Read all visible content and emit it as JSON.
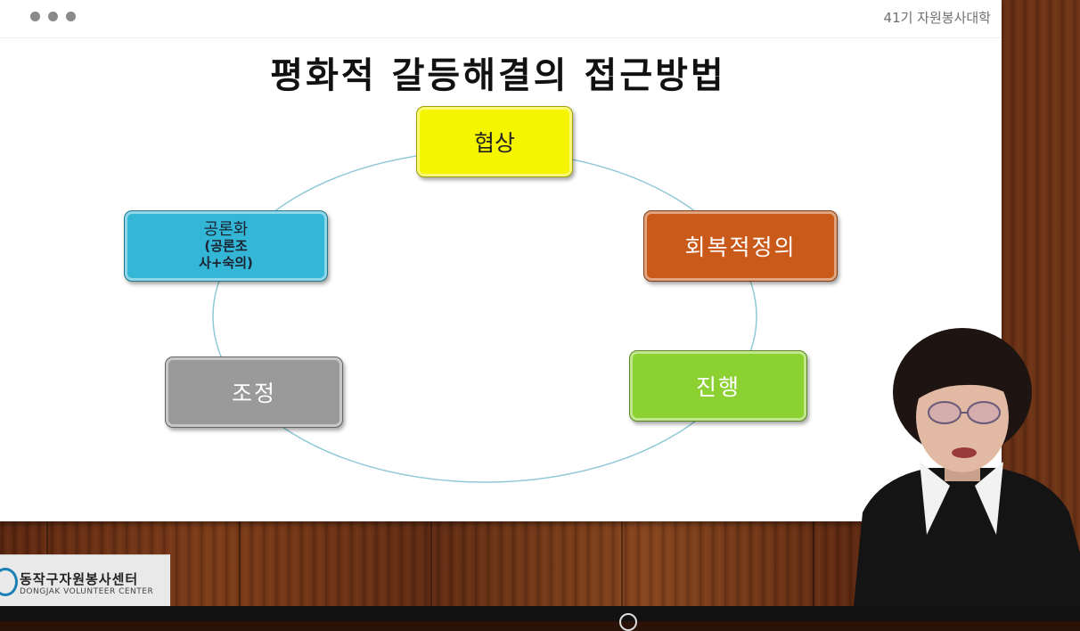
{
  "meeting": {
    "title": "41기 자원봉사대학"
  },
  "slide": {
    "title": "평화적 갈등해결의 접근방법",
    "nodes": {
      "negotiation": "협상",
      "restorative_justice": "회복적정의",
      "facilitation": "진행",
      "mediation": "조정",
      "public_deliberation": "공론화",
      "public_deliberation_sub_1": "(공론조",
      "public_deliberation_sub_2": "사+숙의)"
    },
    "colors": {
      "negotiation": "#f5f500",
      "restorative_justice": "#c95a1a",
      "facilitation": "#8cd132",
      "mediation": "#9a9a9a",
      "public_deliberation": "#34b6d6",
      "cycle_ring": "#8fc9d6"
    }
  },
  "logo": {
    "korean": "동작구자원봉사센터",
    "english": "DONGJAK VOLUNTEER CENTER"
  }
}
